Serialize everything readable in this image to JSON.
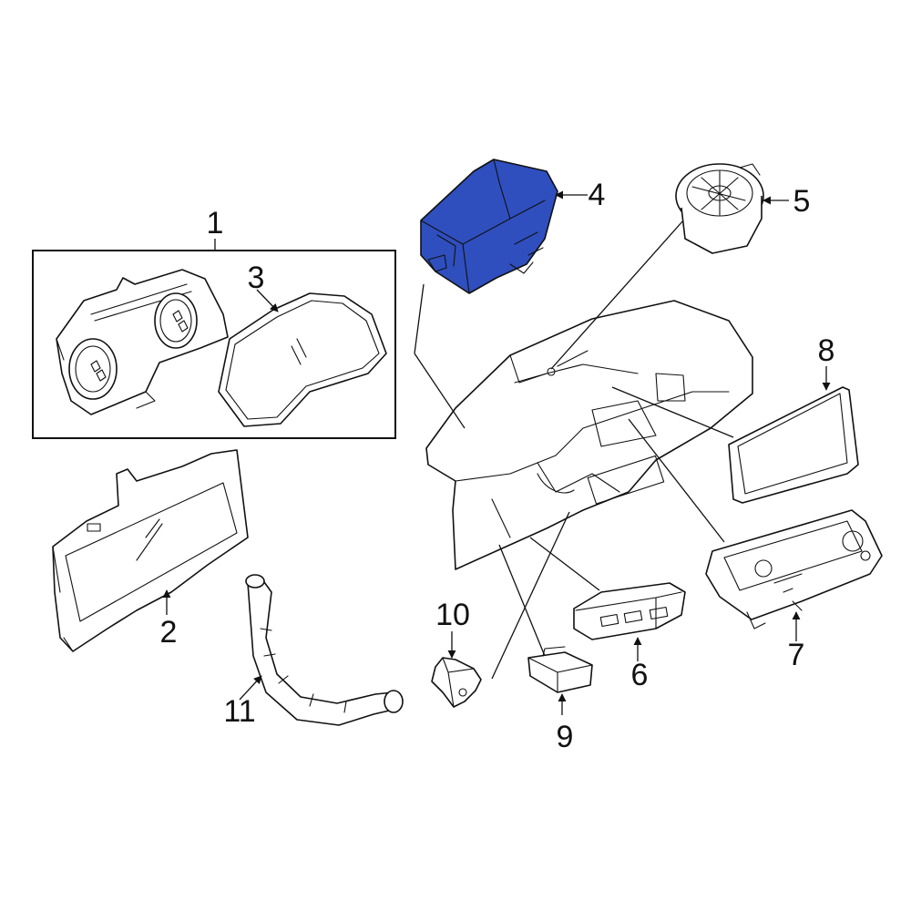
{
  "diagram": {
    "highlight_color": "#2f4fbf",
    "line_color": "#111111",
    "callouts": [
      {
        "id": "1",
        "label": "1"
      },
      {
        "id": "2",
        "label": "2"
      },
      {
        "id": "3",
        "label": "3"
      },
      {
        "id": "4",
        "label": "4"
      },
      {
        "id": "5",
        "label": "5"
      },
      {
        "id": "6",
        "label": "6"
      },
      {
        "id": "7",
        "label": "7"
      },
      {
        "id": "8",
        "label": "8"
      },
      {
        "id": "9",
        "label": "9"
      },
      {
        "id": "10",
        "label": "10"
      },
      {
        "id": "11",
        "label": "11"
      }
    ],
    "highlighted_part": "4"
  }
}
